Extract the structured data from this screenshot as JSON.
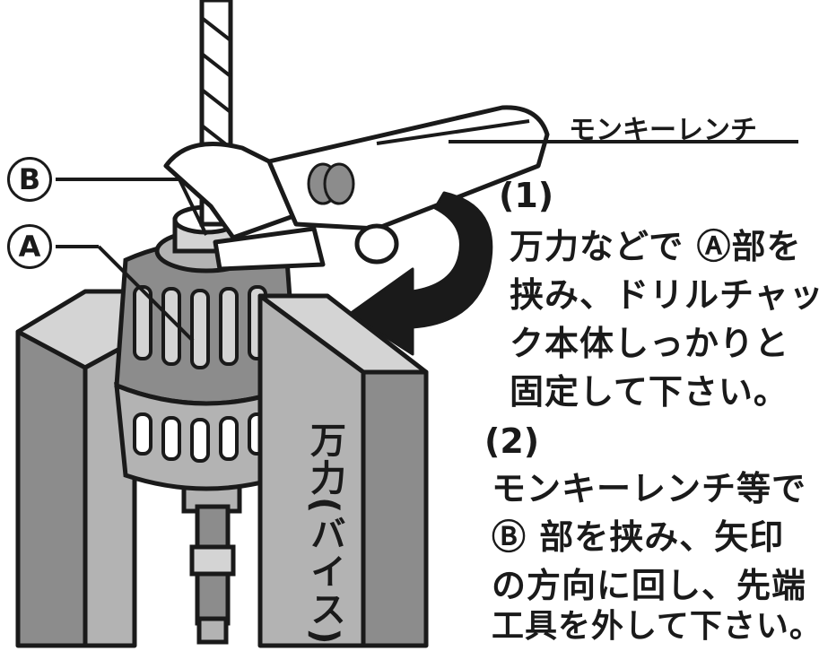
{
  "labels": {
    "wrench": "モンキーレンチ",
    "vise": "万力(バイス)",
    "part_b": "B",
    "part_a": "A"
  },
  "steps": [
    {
      "number": "(1)",
      "lines": [
        "万力などで Ⓐ部を",
        "挟み、ドリルチャッ",
        "ク本体しっかりと",
        "固定して下さい。"
      ]
    },
    {
      "number": "(2)",
      "lines": [
        "モンキーレンチ等で",
        "Ⓑ 部を挟み、矢印",
        "の方向に回し、先端",
        "工具を外して下さい。"
      ]
    }
  ],
  "colors": {
    "ink": "#1a1a1a",
    "gray_dark": "#8c8c8c",
    "gray_mid": "#b3b3b3",
    "gray_light": "#d4d4d4",
    "paper": "#ffffff"
  }
}
